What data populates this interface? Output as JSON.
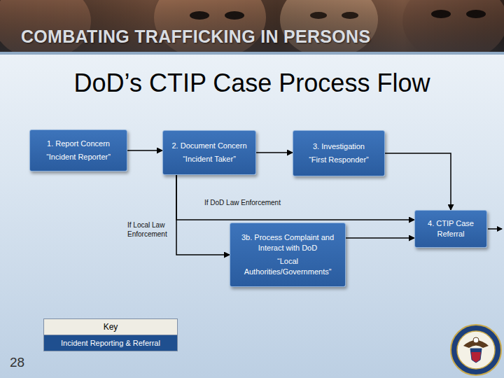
{
  "diagram": {
    "title": "DoD’s CTIP Case Process Flow",
    "nodes": [
      {
        "text": [
          "1. Report Concern",
          "“Incident Reporter”"
        ]
      },
      {
        "text": [
          "2. Document Concern",
          "“Incident Taker”"
        ]
      },
      {
        "text": [
          "3. Investigation",
          "“First Responder”"
        ]
      },
      {
        "text": [
          "4. CTIP Case Referral"
        ]
      },
      {
        "text": [
          "3b. Process Complaint and Interact with DoD",
          "“Local Authorities/Governments”"
        ]
      }
    ],
    "edges": [
      {
        "from": 0,
        "to": 1,
        "arrow": "to"
      },
      {
        "from": 1,
        "to": 2,
        "arrow": "to"
      },
      {
        "from": 2,
        "to": 3,
        "arrow": "to"
      },
      {
        "from": 1,
        "to": 3,
        "label": "If DoD Law Enforcement",
        "arrow": "to"
      },
      {
        "from": 1,
        "to": 4,
        "label": "If Local Law Enforcement",
        "arrow": "to"
      },
      {
        "from": 4,
        "to": 3,
        "arrow": "to"
      }
    ],
    "labels": [
      "COMBATING TRAFFICKING IN PERSONS",
      "Key",
      "28"
    ],
    "legend": [
      {
        "text": "Incident Reporting & Referral",
        "color": "#1f4f8f"
      }
    ]
  }
}
